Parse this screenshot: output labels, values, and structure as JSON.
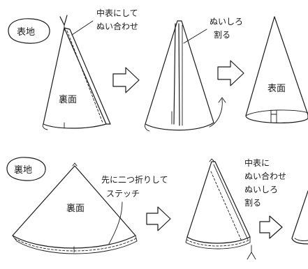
{
  "diagram": {
    "row1": {
      "badge": "表地",
      "step1": {
        "note_line1": "中表にして",
        "note_line2": "ぬい合わせ",
        "face_label": "裏面"
      },
      "step2": {
        "note_line1": "ぬいしろ",
        "note_line2": "割る"
      },
      "step3": {
        "face_label": "表面"
      }
    },
    "row2": {
      "badge": "裏地",
      "step1": {
        "note_line1": "先に二つ折りして",
        "note_line2": "ステッチ",
        "face_label": "裏面"
      },
      "step2": {
        "note_line1": "中表に",
        "note_line2": "ぬい合わせ",
        "note_line3": "ぬいしろ",
        "note_line4": "割る"
      }
    }
  }
}
